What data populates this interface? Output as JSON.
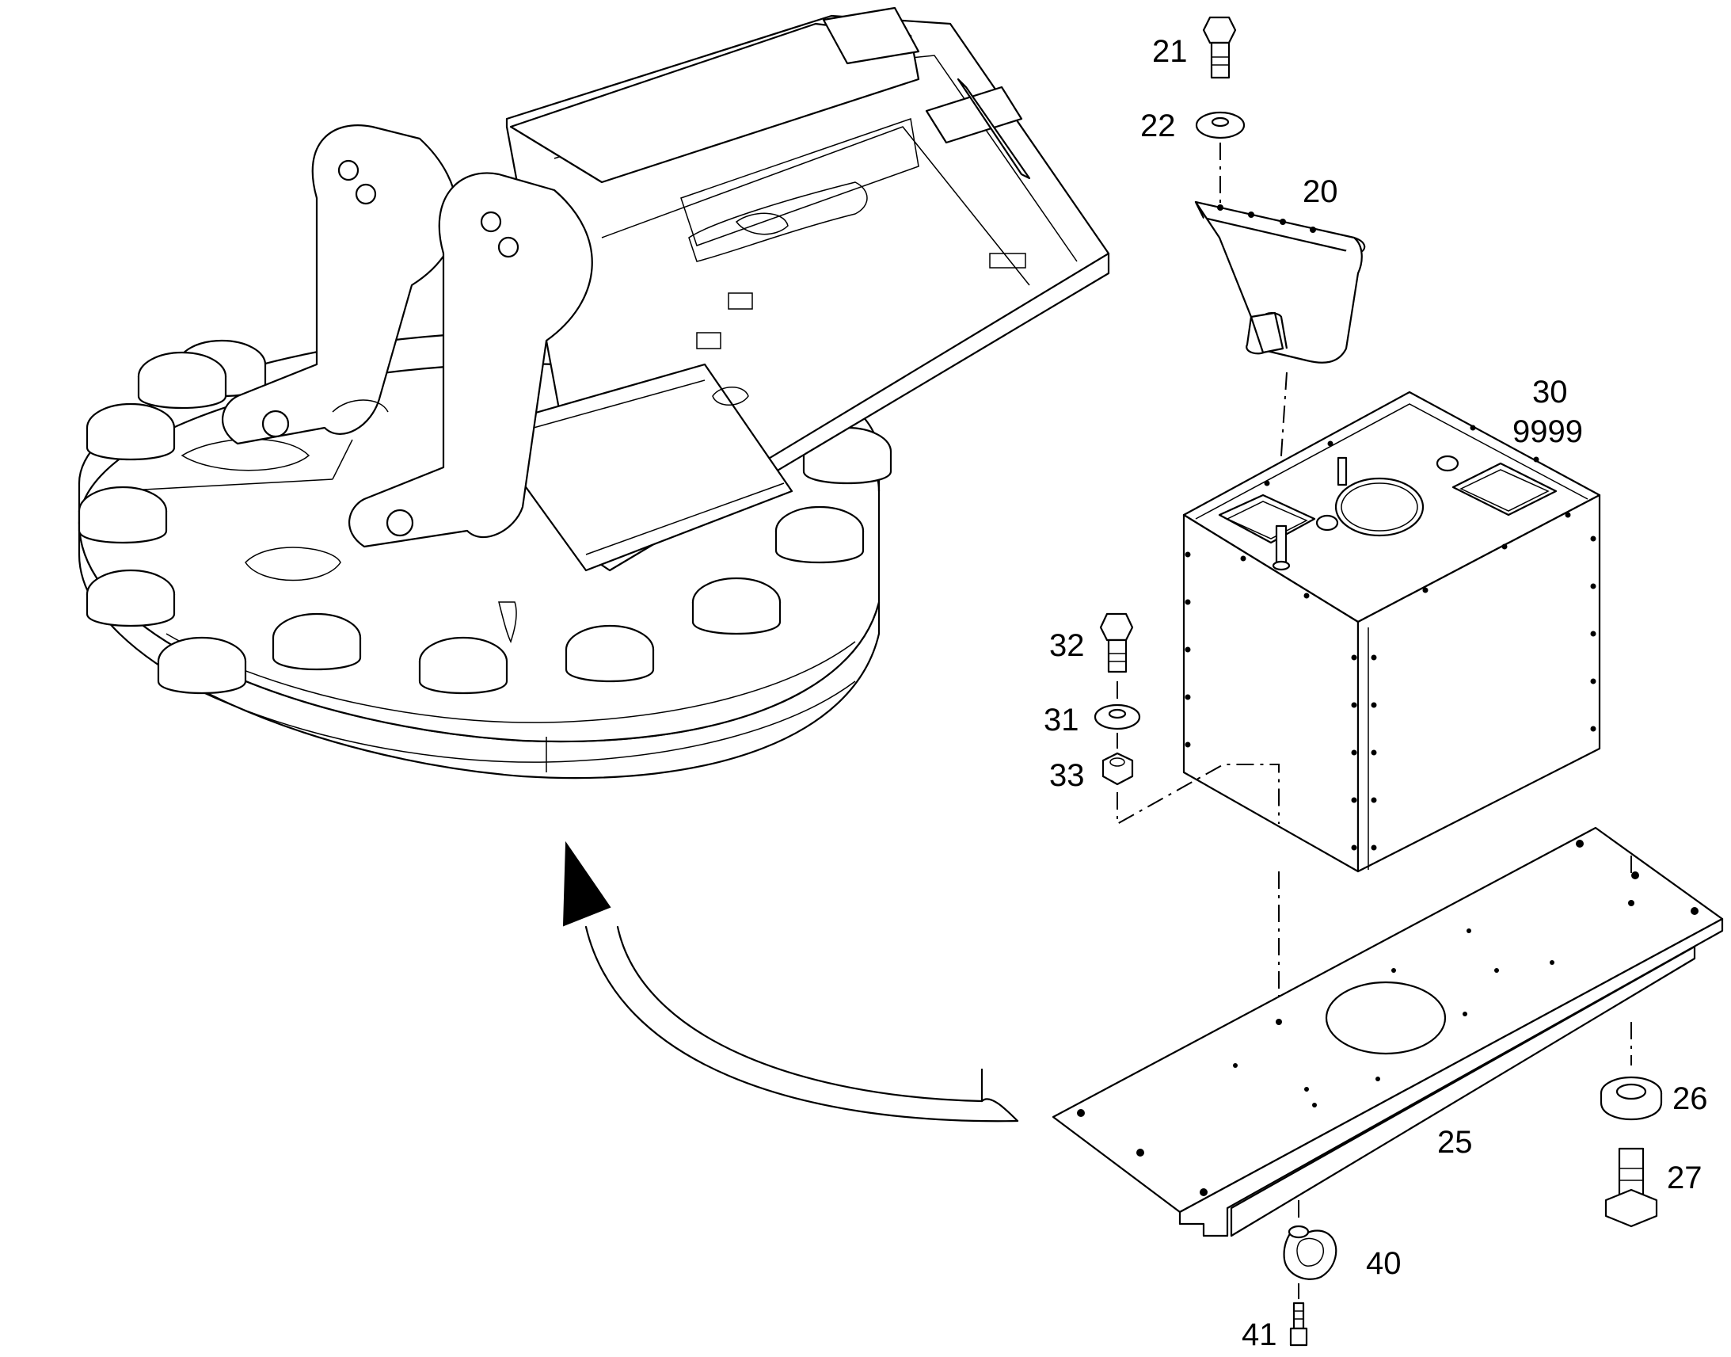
{
  "callouts": {
    "c20": "20",
    "c21": "21",
    "c22": "22",
    "c25": "25",
    "c26": "26",
    "c27": "27",
    "c30": "30",
    "c9999": "9999",
    "c31": "31",
    "c32": "32",
    "c33": "33",
    "c40": "40",
    "c41": "41"
  },
  "colors": {
    "line": "#000000",
    "background": "#ffffff"
  }
}
